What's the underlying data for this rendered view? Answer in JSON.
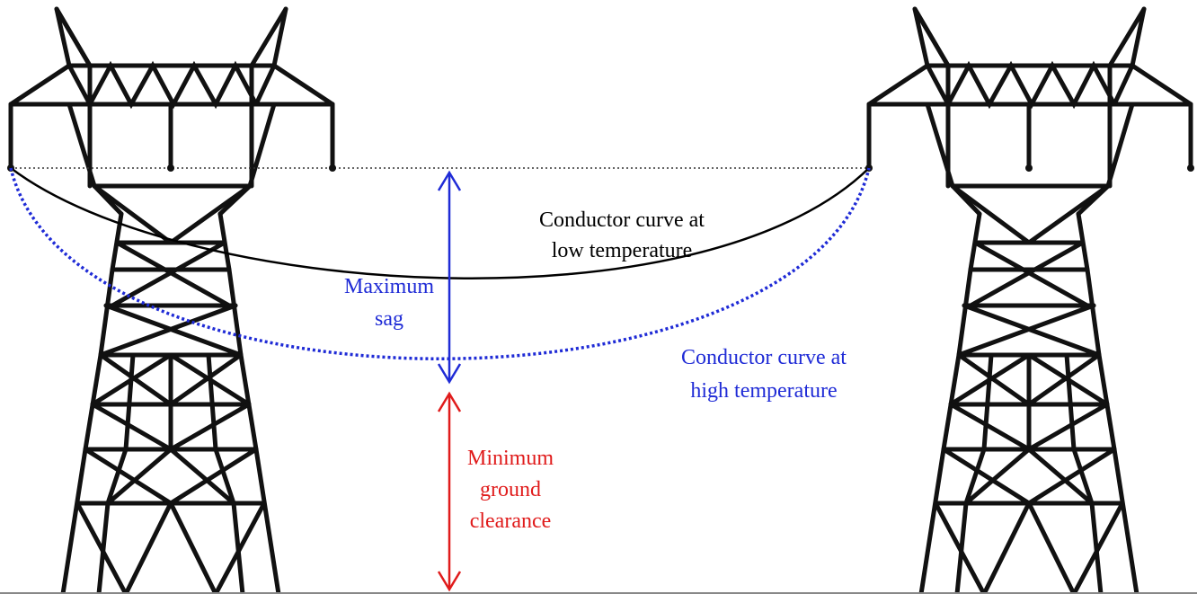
{
  "labels": {
    "low_temp_line1": "Conductor curve at",
    "low_temp_line2": "low temperature",
    "max_sag_line1": "Maximum",
    "max_sag_line2": "sag",
    "high_temp_line1": "Conductor curve at",
    "high_temp_line2": "high temperature",
    "clearance_line1": "Minimum",
    "clearance_line2": "ground",
    "clearance_line3": "clearance"
  },
  "colors": {
    "tower": "#111111",
    "low_temp_curve": "#000000",
    "high_temp_curve": "#1f2bd6",
    "max_sag": "#1f2bd6",
    "ground_clearance": "#e01b1b"
  }
}
